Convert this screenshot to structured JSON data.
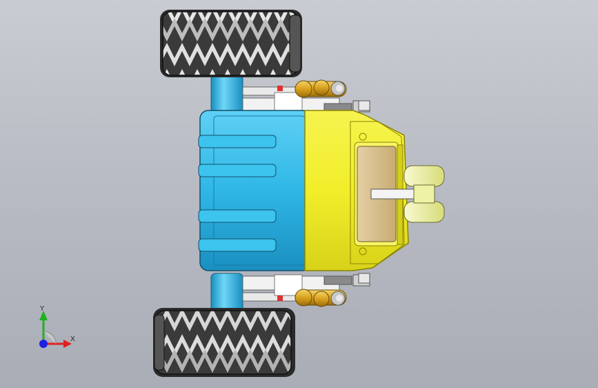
{
  "viewport": {
    "model": "vehicle-assembly-top-view",
    "colors": {
      "background_top": "#c9ccd2",
      "background_bottom": "#a9adb6",
      "body_blue": "#2fb7e6",
      "body_blue_dark": "#1a8fc0",
      "cab_yellow": "#f2ee2a",
      "cab_yellow_dark": "#c8c20c",
      "window_tan": "#d9c08f",
      "tire_dark": "#2a2a2a",
      "tire_light": "#d8d8d8",
      "exhaust_gold": "#d9a21e",
      "wheel_front": "#eef2a6"
    }
  },
  "triad": {
    "x_label": "X",
    "y_label": "Y",
    "x_color": "#e02020",
    "y_color": "#20b020",
    "z_color": "#2020e0"
  }
}
